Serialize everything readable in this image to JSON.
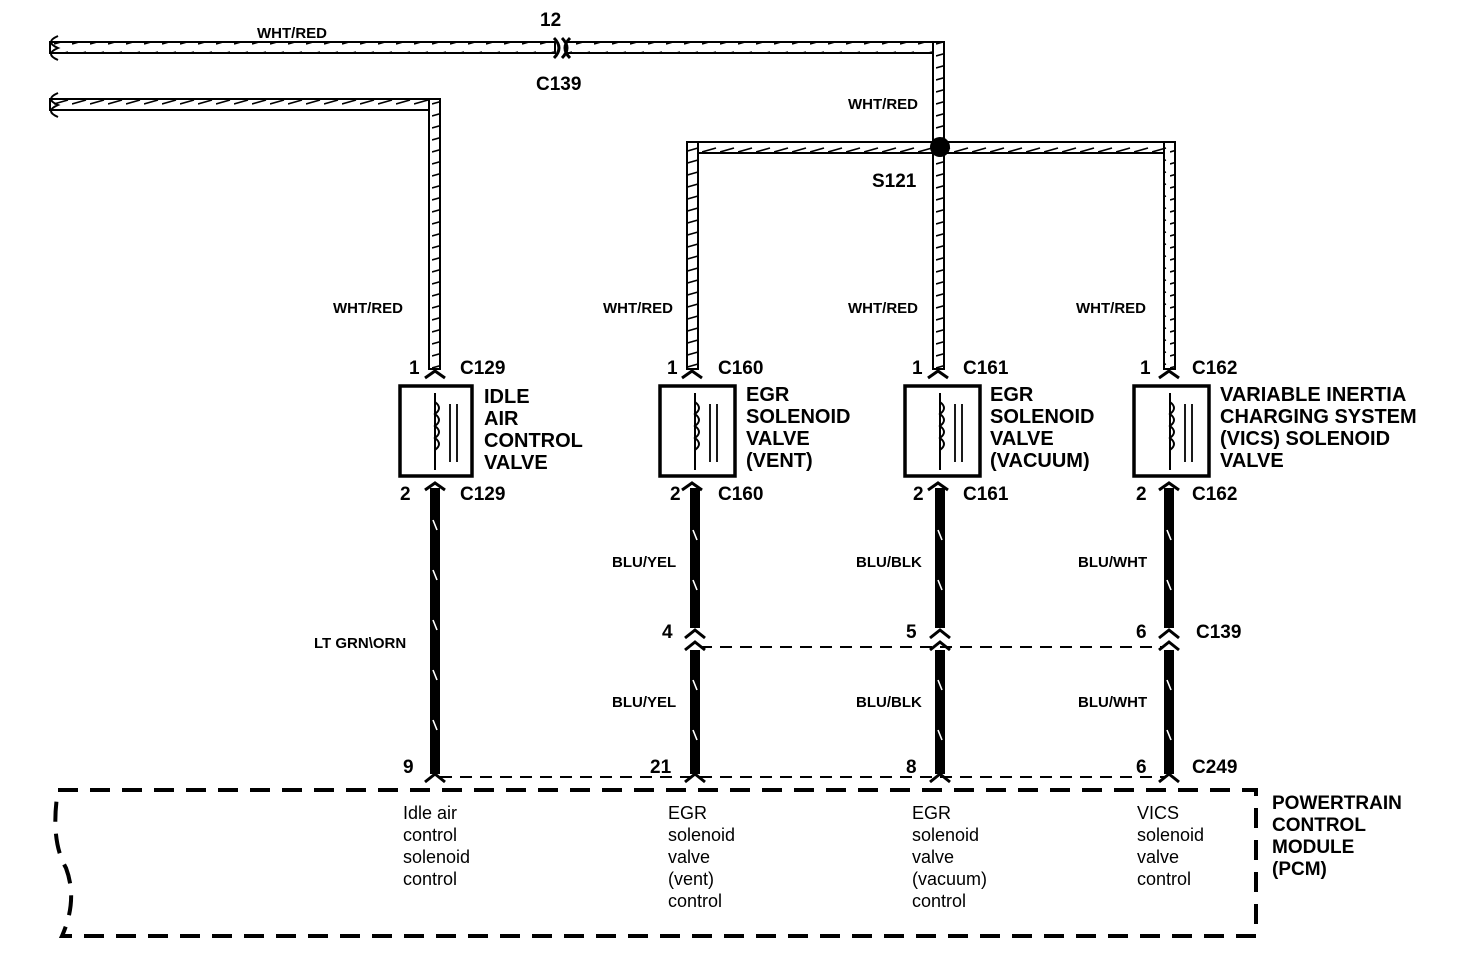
{
  "power_feed": {
    "wire_color": "WHT/RED",
    "connector": "C139",
    "pin": "12"
  },
  "splice": {
    "name": "S121",
    "wire_color": "WHT/RED"
  },
  "components": [
    {
      "key": "iac",
      "lines": [
        "IDLE",
        "AIR",
        "CONTROL",
        "VALVE"
      ],
      "connector": "C129",
      "pin_in": "1",
      "pin_out": "2",
      "feed_wire": "WHT/RED",
      "signal_wire": "LT GRN\\ORN",
      "pcm_pin": "9",
      "pcm_lines": [
        "Idle air",
        "control",
        "solenoid",
        "control"
      ]
    },
    {
      "key": "egr-vent",
      "lines": [
        "EGR",
        "SOLENOID",
        "VALVE",
        "(VENT)"
      ],
      "connector": "C160",
      "pin_in": "1",
      "pin_out": "2",
      "feed_wire": "WHT/RED",
      "signal_wire": "BLU/YEL",
      "c139_pin": "4",
      "pcm_pin": "21",
      "pcm_lines": [
        "EGR",
        "solenoid",
        "valve",
        "(vent)",
        "control"
      ]
    },
    {
      "key": "egr-vacuum",
      "lines": [
        "EGR",
        "SOLENOID",
        "VALVE",
        "(VACUUM)"
      ],
      "connector": "C161",
      "pin_in": "1",
      "pin_out": "2",
      "feed_wire": "WHT/RED",
      "signal_wire": "BLU/BLK",
      "c139_pin": "5",
      "pcm_pin": "8",
      "pcm_lines": [
        "EGR",
        "solenoid",
        "valve",
        "(vacuum)",
        "control"
      ]
    },
    {
      "key": "vics",
      "lines": [
        "VARIABLE INERTIA",
        "CHARGING SYSTEM",
        "(VICS) SOLENOID",
        "VALVE"
      ],
      "connector": "C162",
      "pin_in": "1",
      "pin_out": "2",
      "feed_wire": "WHT/RED",
      "signal_wire": "BLU/WHT",
      "c139_pin": "6",
      "pcm_pin": "6",
      "pcm_lines": [
        "VICS",
        "solenoid",
        "valve",
        "control"
      ]
    }
  ],
  "mid_connector": "C139",
  "pcm": {
    "connector": "C249",
    "title_lines": [
      "POWERTRAIN",
      "CONTROL",
      "MODULE",
      "(PCM)"
    ]
  }
}
